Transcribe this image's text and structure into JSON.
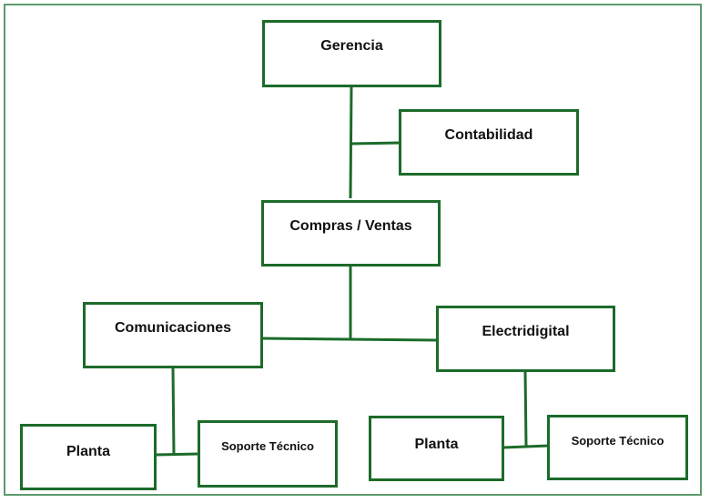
{
  "org_chart": {
    "nodes": {
      "gerencia": "Gerencia",
      "contabilidad": "Contabilidad",
      "compras_ventas": "Compras / Ventas",
      "comunicaciones": "Comunicaciones",
      "electridigital": "Electridigital",
      "planta_comunicaciones": "Planta",
      "soporte_comunicaciones": "Soporte Técnico",
      "planta_electridigital": "Planta",
      "soporte_electridigital": "Soporte Técnico"
    },
    "colors": {
      "box_border": "#1c6b2a",
      "frame_border": "#5c9a6c"
    }
  }
}
